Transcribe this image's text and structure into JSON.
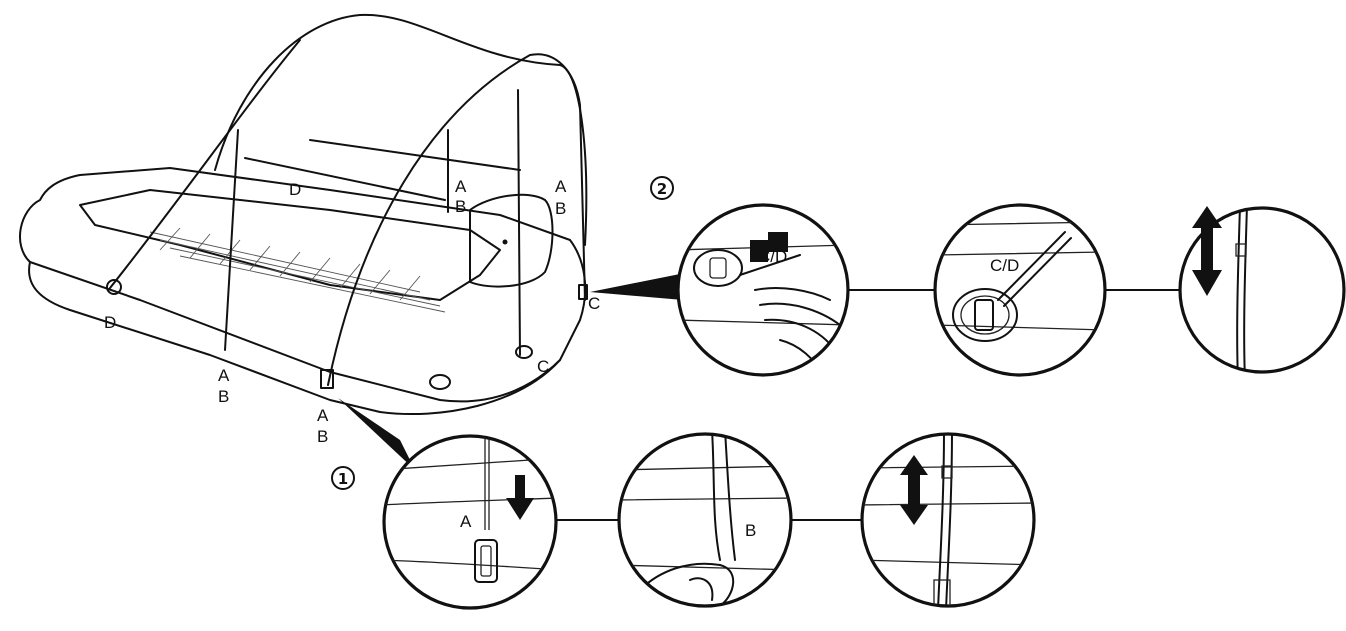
{
  "labels": {
    "pole_a_left": "A",
    "pole_b_left": "B",
    "pole_a_front": "A",
    "pole_b_front": "B",
    "pole_a_back_mid": "A",
    "pole_b_back_mid": "B",
    "pole_a_back_right": "A",
    "pole_b_back_right": "B",
    "clip_d_back": "D",
    "clip_d_front": "D",
    "clip_c_front": "C",
    "clip_c_side": "C",
    "detail_a": "A",
    "detail_b": "B",
    "detail_cd_1": "C/D",
    "detail_cd_2": "C/D"
  },
  "steps": {
    "step_1": "1",
    "step_2": "2"
  },
  "colors": {
    "ink": "#111111",
    "background": "#ffffff"
  }
}
